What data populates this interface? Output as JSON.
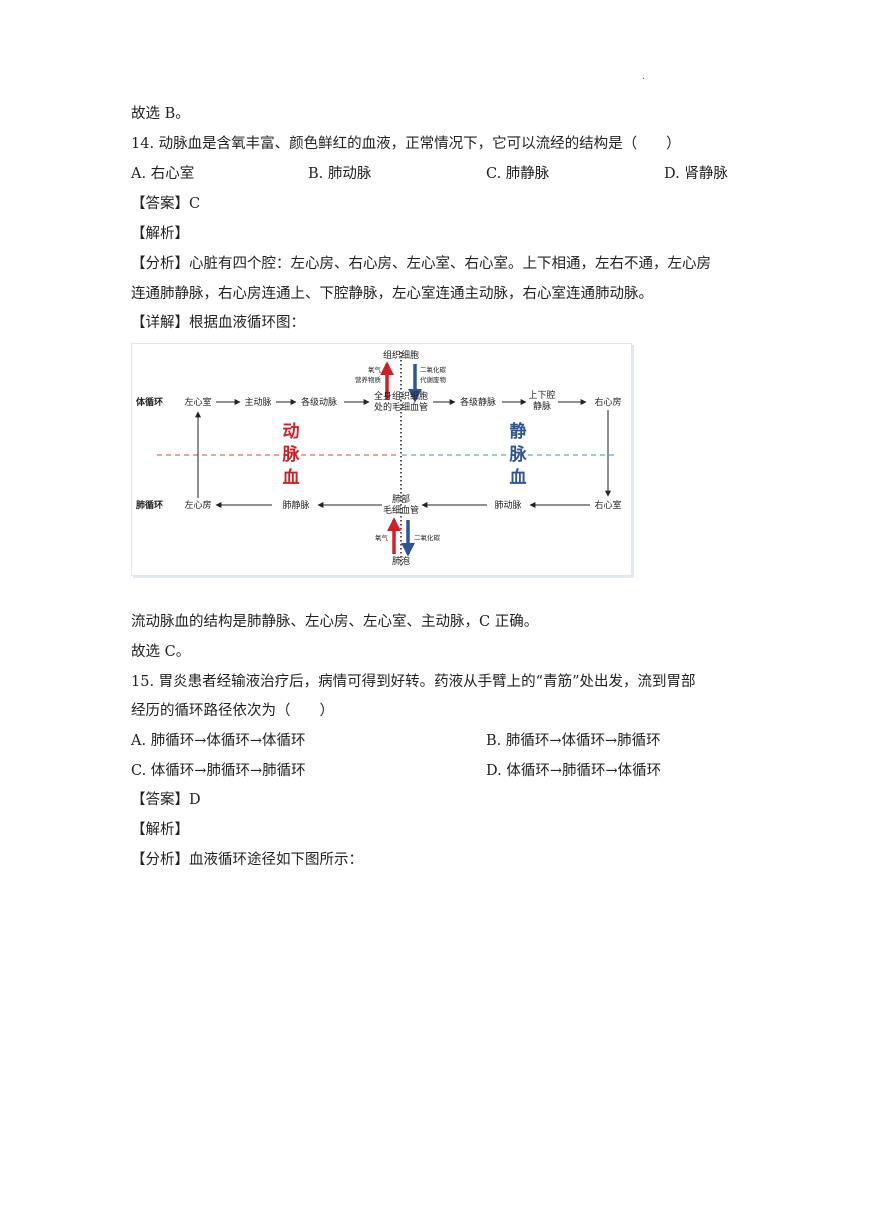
{
  "header_dot": "·",
  "lines": {
    "l1": "故选 B。",
    "q14": "14.  动脉血是含氧丰富、颜色鲜红的血液，正常情况下，它可以流经的结构是（　　）",
    "q14_answer": "【答案】C",
    "q14_analysis_label": "【解析】",
    "q14_fenxi_1": "【分析】心脏有四个腔：左心房、右心房、左心室、右心室。上下相通，左右不通，左心房",
    "q14_fenxi_2": "连通肺静脉，右心房连通上、下腔静脉，左心室连通主动脉，右心室连通肺动脉。",
    "q14_detail": "【详解】根据血液循环图：",
    "q14_conclusion": "流动脉血的结构是肺静脉、左心房、左心室、主动脉，C 正确。",
    "q14_choice": "故选 C。",
    "q15_1": "15.  胃炎患者经输液治疗后，病情可得到好转。药液从手臂上的“青筋”处出发，流到胃部",
    "q15_2": "经历的循环路径依次为（　　）",
    "q15_answer": "【答案】D",
    "q15_analysis_label": "【解析】",
    "q15_fenxi": "【分析】血液循环途径如下图所示："
  },
  "q14_options": [
    "A.  右心室",
    "B.  肺动脉",
    "C.  肺静脉",
    "D.  肾静脉"
  ],
  "q15_options": [
    "A.  肺循环→体循环→体循环",
    "B.  肺循环→体循环→肺循环",
    "C.  体循环→肺循环→肺循环",
    "D.  体循环→肺循环→体循环"
  ],
  "diagram": {
    "tissue_cells": "组织细胞",
    "oxygen_nutrients_1": "氧气",
    "oxygen_nutrients_2": "营养物质",
    "co2_waste_1": "二氧化碳",
    "co2_waste_2": "代谢废物",
    "systemic_label": "体循环",
    "pulmonary_label": "肺循环",
    "left_ventricle": "左心室",
    "aorta": "主动脉",
    "arteries": "各级动脉",
    "body_capillaries_1": "全身组织细胞",
    "body_capillaries_2": "处的毛细血管",
    "veins": "各级静脉",
    "vena_cava_1": "上下腔",
    "vena_cava_2": "静脉",
    "right_atrium": "右心房",
    "arterial_blood": [
      "动",
      "脉",
      "血"
    ],
    "venous_blood": [
      "静",
      "脉",
      "血"
    ],
    "left_atrium": "左心房",
    "pulmonary_vein": "肺静脉",
    "lung_capillaries_1": "肺部",
    "lung_capillaries_2": "毛细血管",
    "pulmonary_artery": "肺动脉",
    "right_ventricle": "右心室",
    "oxygen": "氧气",
    "co2": "二氧化碳",
    "alveoli": "肺泡",
    "colors": {
      "arterial": "#d21f26",
      "venous": "#2f5597",
      "dashed_red": "#e0443b",
      "dashed_blue": "#3d8fd8"
    }
  }
}
